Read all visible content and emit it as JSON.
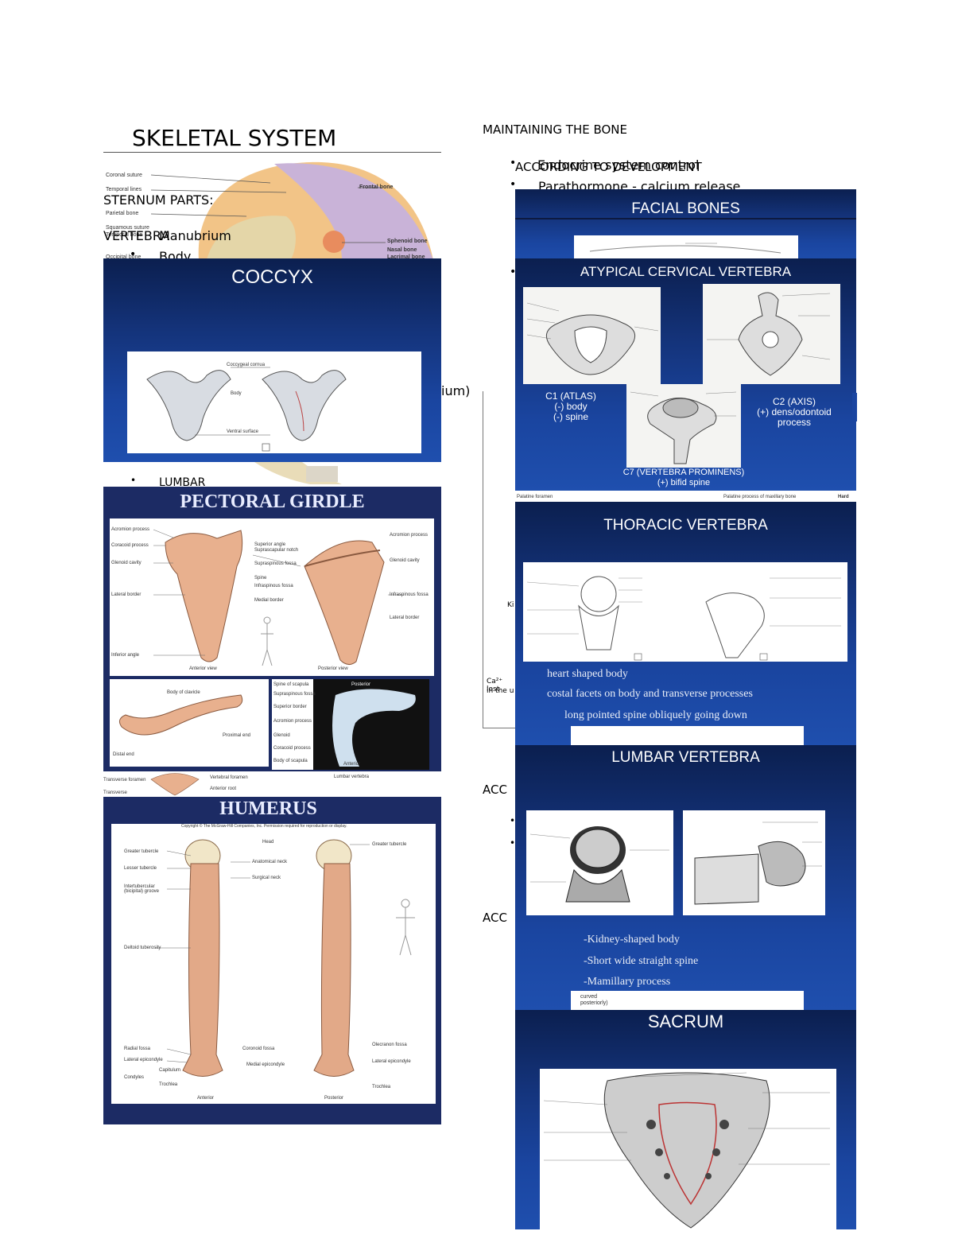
{
  "left_column": {
    "title": "SKELETAL SYSTEM",
    "sternum_label": "STERNUM PARTS:",
    "vertebra_overlap": "VERTEBRA",
    "manubrium": "Manubrium",
    "body_partial": "Body",
    "lumbar_partial": "LUMBAR",
    "skull_labels": [
      "Coronal suture",
      "Temporal lines",
      "Parietal bone",
      "Squamous suture",
      "Temporal bone",
      "Occipital bone",
      "Frontal bone",
      "Sphenoid bone",
      "Nasal bone",
      "Lacrimal bone"
    ],
    "vertebra_labels": [
      "Vertebral foramen",
      "Anterior root",
      "Transverse foramen",
      "Transverse"
    ],
    "lumbar_bottom_label": "Lumbar vertebra"
  },
  "right_column": {
    "heading": "MAINTAINING THE BONE",
    "according_to_development": "ACCORDING TO DEVELOPMENT",
    "endocrine_overlap": "Endocrine system control",
    "parathormone": "Parathormone - calcium release",
    "ium_fragment": "ium)",
    "acc_fragment_1": "ACC",
    "acc_fragment_2": "ACC",
    "ca_fragment_1": "Ca²⁺ lost",
    "ca_fragment_2": "in the u",
    "ki_fragment": "Ki",
    "skull_bottom_labels": [
      "Palatine foramen",
      "Palatine process of maxillary bone",
      "Hard"
    ]
  },
  "slides": {
    "coccyx": {
      "title": "COCCYX",
      "labels": [
        "Coccygeal cornua",
        "Body",
        "Ventral surface"
      ]
    },
    "pectoral": {
      "title": "PECTORAL GIRDLE",
      "labels_left": [
        "Acromion process",
        "Coracoid process",
        "Glenoid cavity",
        "Lateral border",
        "Inferior angle"
      ],
      "labels_mid": [
        "Superior angle",
        "Suprascapular notch",
        "Supraspinous fossa",
        "Spine",
        "Infraspinous fossa",
        "Medial border"
      ],
      "labels_right": [
        "Acromion process",
        "Glenoid cavity",
        "Infraspinous fossa",
        "Lateral border"
      ],
      "views": [
        "Anterior view",
        "Posterior view"
      ],
      "clavicle_labels": [
        "Body of clavicle",
        "Proximal end",
        "Distal end"
      ],
      "glenoid_labels": [
        "Spine of scapula",
        "Supraspinous fossa",
        "Superior border",
        "Acromion process",
        "Glenoid",
        "Coracoid process",
        "Body of scapula",
        "Posterior",
        "Anterior"
      ]
    },
    "humerus": {
      "title": "HUMERUS",
      "copyright": "Copyright © The McGraw-Hill Companies, Inc. Permission required for reproduction or display.",
      "labels_left": [
        "Greater tubercle",
        "Lesser tubercle",
        "Intertubercular (bicipital) groove",
        "Deltoid tuberosity",
        "Radial fossa",
        "Lateral epicondyle",
        "Capitulum",
        "Condyles",
        "Trochlea"
      ],
      "labels_mid": [
        "Head",
        "Anatomical neck",
        "Surgical neck",
        "Coronoid fossa",
        "Medial epicondyle"
      ],
      "labels_right": [
        "Greater tubercle",
        "Olecranon fossa",
        "Lateral epicondyle",
        "Trochlea"
      ],
      "views": [
        "Anterior",
        "Posterior"
      ]
    },
    "facial": {
      "title": "FACIAL BONES"
    },
    "atypical": {
      "title": "ATYPICAL CERVICAL VERTEBRA",
      "c1": [
        "C1 (ATLAS)",
        "(-) body",
        "(-) spine"
      ],
      "c2": [
        "C2 (AXIS)",
        "(+) dens/odontoid",
        "process"
      ],
      "c7": [
        "C7 (VERTEBRA PROMINENS)",
        "(+) bifid spine"
      ]
    },
    "thoracic": {
      "title": "THORACIC VERTEBRA",
      "bullets": [
        "heart shaped body",
        "costal facets on body and transverse processes",
        "long pointed spine obliquely going down"
      ]
    },
    "lumbar": {
      "title": "LUMBAR VERTEBRA",
      "bullets": [
        "-Kidney-shaped body",
        "-Short wide straight spine",
        "-Mamillary process"
      ],
      "fragment": "curved posteriorly)"
    },
    "sacrum": {
      "title": "SACRUM"
    }
  }
}
